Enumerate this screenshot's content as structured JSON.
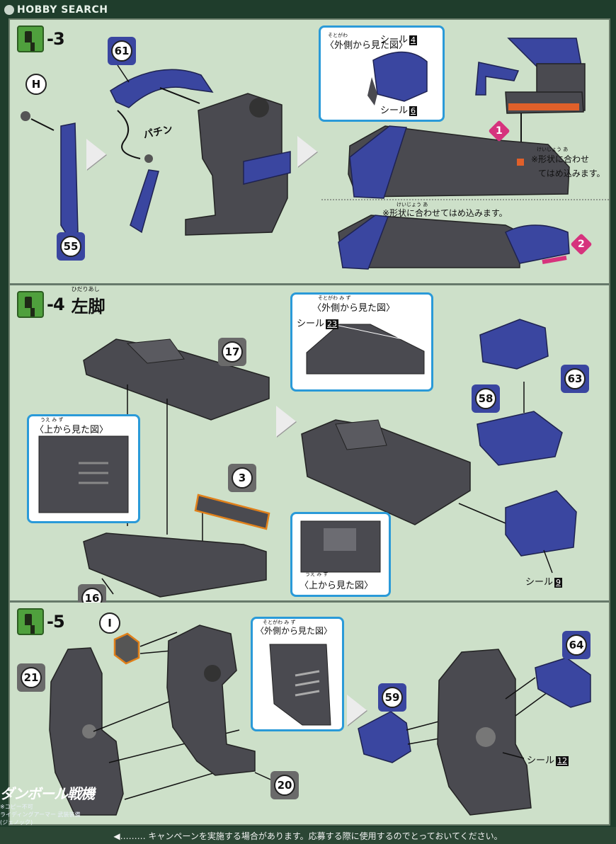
{
  "watermark": {
    "text": "HOBBY SEARCH"
  },
  "steps": [
    {
      "num": "-3",
      "title": ""
    },
    {
      "num": "-4",
      "title": "左脚",
      "title_ruby": "ひだりあし"
    },
    {
      "num": "-5",
      "title": ""
    }
  ],
  "step3": {
    "parts": {
      "p61": "61",
      "p55": "55",
      "H": "H"
    },
    "sound": "パチン",
    "callout": {
      "title": "〈外側から見た図〉",
      "title_ruby": "そとがわ",
      "line2": "見た図〉",
      "sticker_top_label": "シール",
      "sticker_top_num": "4",
      "sticker_bottom_label": "シール",
      "sticker_bottom_num": "6"
    },
    "note1_ruby": "けいじょう あ",
    "note1_line1": "※形状に合わせ",
    "note1_line2": "てはめ込みます。",
    "note2_ruby": "けいじょう あ",
    "note2": "※形状に合わせてはめ込みます。",
    "step_nums": {
      "a": "1",
      "b": "2"
    }
  },
  "step4": {
    "parts": {
      "p17": "17",
      "p3": "3",
      "p16": "16",
      "p63": "63",
      "p58": "58"
    },
    "top_view_1": "〈上から見た図〉",
    "top_view_ruby": "うえ  み  ず",
    "outer_view": "〈外側から見た図〉",
    "outer_view_ruby": "そとがわ  み  ず",
    "sticker23_label": "シール",
    "sticker23_num": "23",
    "top_view_2": "〈上から見た図〉",
    "sticker9_label": "シール",
    "sticker9_num": "9"
  },
  "step5": {
    "parts": {
      "I": "I",
      "p21": "21",
      "p20": "20",
      "p59": "59",
      "p64": "64"
    },
    "outer_view": "〈外側から見た図〉",
    "outer_view_ruby": "そとがわ  み  ず",
    "sticker12_label": "シール",
    "sticker12_num": "12"
  },
  "footer": {
    "text": "◀……… キャンペーンを実施する場合があります。応募する際に使用するのでとっておいてください。"
  },
  "side_logo": {
    "title": "ダンボール戦機",
    "line1": "※コピー不可",
    "line2": "ライディングアーマー 武装装備",
    "line3": "(ジェノック)"
  },
  "colors": {
    "page_bg": "#cde0c9",
    "part_blue": "#3a46a0",
    "part_gray": "#4a4a50",
    "callout_border": "#2a9ad8",
    "step_icon": "#4fa03d",
    "accent_pink": "#d6337d"
  }
}
